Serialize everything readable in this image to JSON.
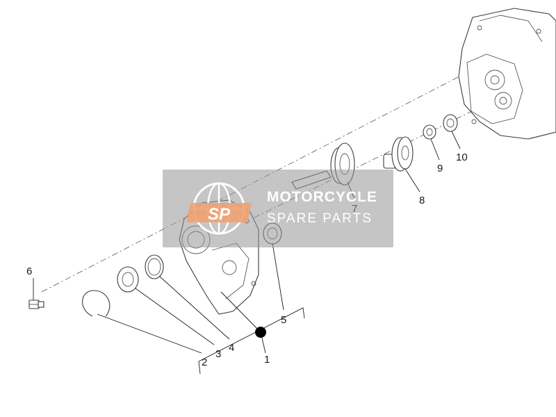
{
  "callouts": {
    "c1": "1",
    "c2": "2",
    "c3": "3",
    "c4": "4",
    "c5": "5",
    "c6": "6",
    "c7": "7",
    "c8": "8",
    "c9": "9",
    "c10": "10"
  },
  "watermark": {
    "logo_text": "SP",
    "line1": "MOTORCYCLE",
    "line2": "SPARE PARTS"
  },
  "colors": {
    "watermark_bg": "#969696",
    "logo_accent": "#f0a070",
    "ink": "#1a1a1a"
  }
}
